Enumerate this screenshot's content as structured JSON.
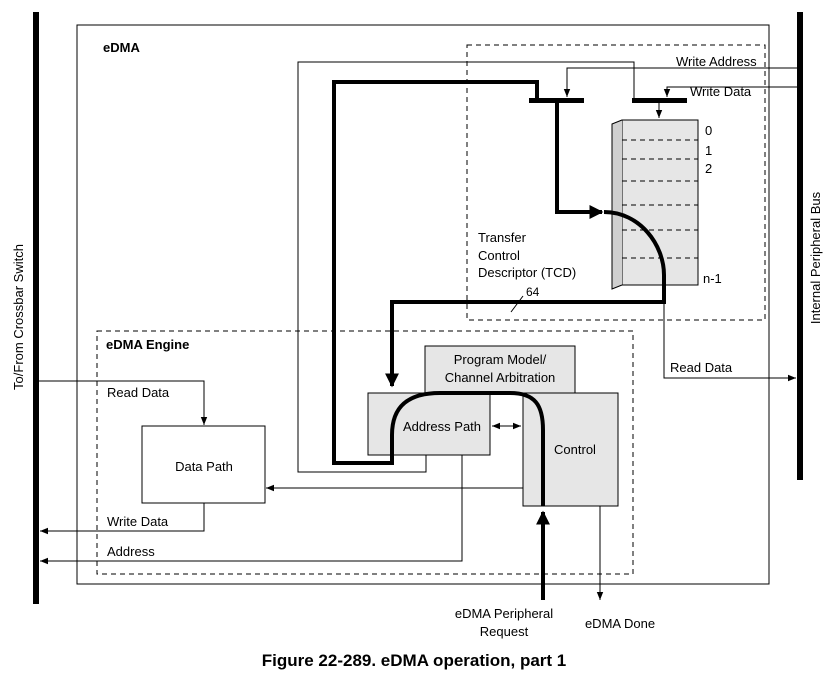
{
  "labels": {
    "edma": "eDMA",
    "edma_engine": "eDMA Engine",
    "crossbar": "To/From Crossbar Switch",
    "ipbus": "Internal Peripheral Bus",
    "write_address": "Write Address",
    "write_data_top": "Write Data",
    "tcd_line1": "Transfer",
    "tcd_line2": "Control",
    "tcd_line3": "Descriptor (TCD)",
    "bus_width": "64",
    "row0": "0",
    "row1": "1",
    "row2": "2",
    "rown": "n-1",
    "read_data_right": "Read Data",
    "read_data_left": "Read Data",
    "write_data_left": "Write Data",
    "address_left": "Address",
    "program_model_1": "Program Model/",
    "program_model_2": "Channel Arbitration",
    "address_path": "Address Path",
    "control": "Control",
    "data_path": "Data Path",
    "peripheral_request_1": "eDMA Peripheral",
    "peripheral_request_2": "Request",
    "edma_done": "eDMA Done"
  },
  "caption": "Figure 22-289. eDMA operation, part 1",
  "colors": {
    "block_fill": "#e6e6e6",
    "line": "#000000",
    "background": "#ffffff"
  }
}
